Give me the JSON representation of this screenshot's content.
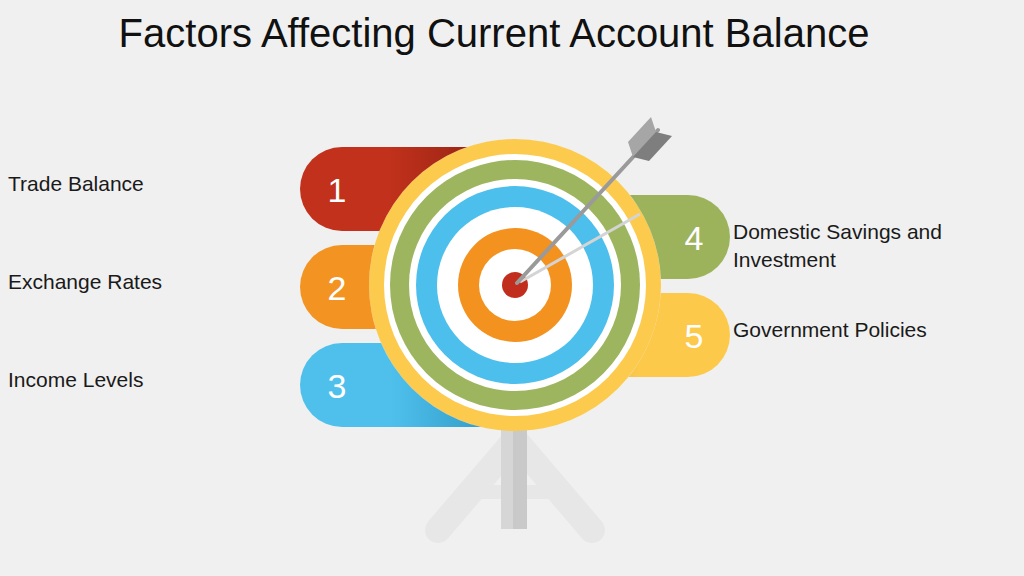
{
  "diagram": {
    "title": "Factors Affecting Current Account Balance",
    "nodes": [
      {
        "text": [
          "1",
          "Trade Balance"
        ]
      },
      {
        "text": [
          "2",
          "Exchange Rates"
        ]
      },
      {
        "text": [
          "3",
          "Income Levels"
        ]
      },
      {
        "text": [
          "4",
          "Domestic Savings and Investment"
        ]
      },
      {
        "text": [
          "5",
          "Government Policies"
        ]
      }
    ]
  }
}
